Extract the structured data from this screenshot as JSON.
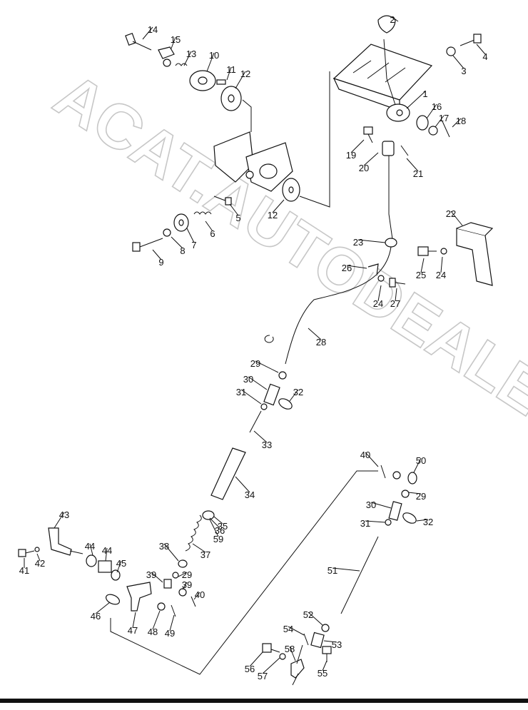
{
  "watermark": "ACAT.AUTODEALER.RU",
  "callouts": [
    "1",
    "2",
    "3",
    "4",
    "5",
    "6",
    "7",
    "8",
    "9",
    "10",
    "11",
    "12",
    "12",
    "13",
    "14",
    "15",
    "16",
    "17",
    "18",
    "19",
    "20",
    "21",
    "22",
    "23",
    "24",
    "24",
    "25",
    "26",
    "27",
    "28",
    "29",
    "29",
    "29",
    "30",
    "30",
    "31",
    "31",
    "32",
    "32",
    "33",
    "34",
    "35",
    "36",
    "37",
    "38",
    "39",
    "39",
    "40",
    "40",
    "41",
    "42",
    "43",
    "44",
    "44",
    "45",
    "46",
    "47",
    "48",
    "49",
    "50",
    "51",
    "52",
    "53",
    "54",
    "55",
    "56",
    "57",
    "58",
    "59"
  ]
}
